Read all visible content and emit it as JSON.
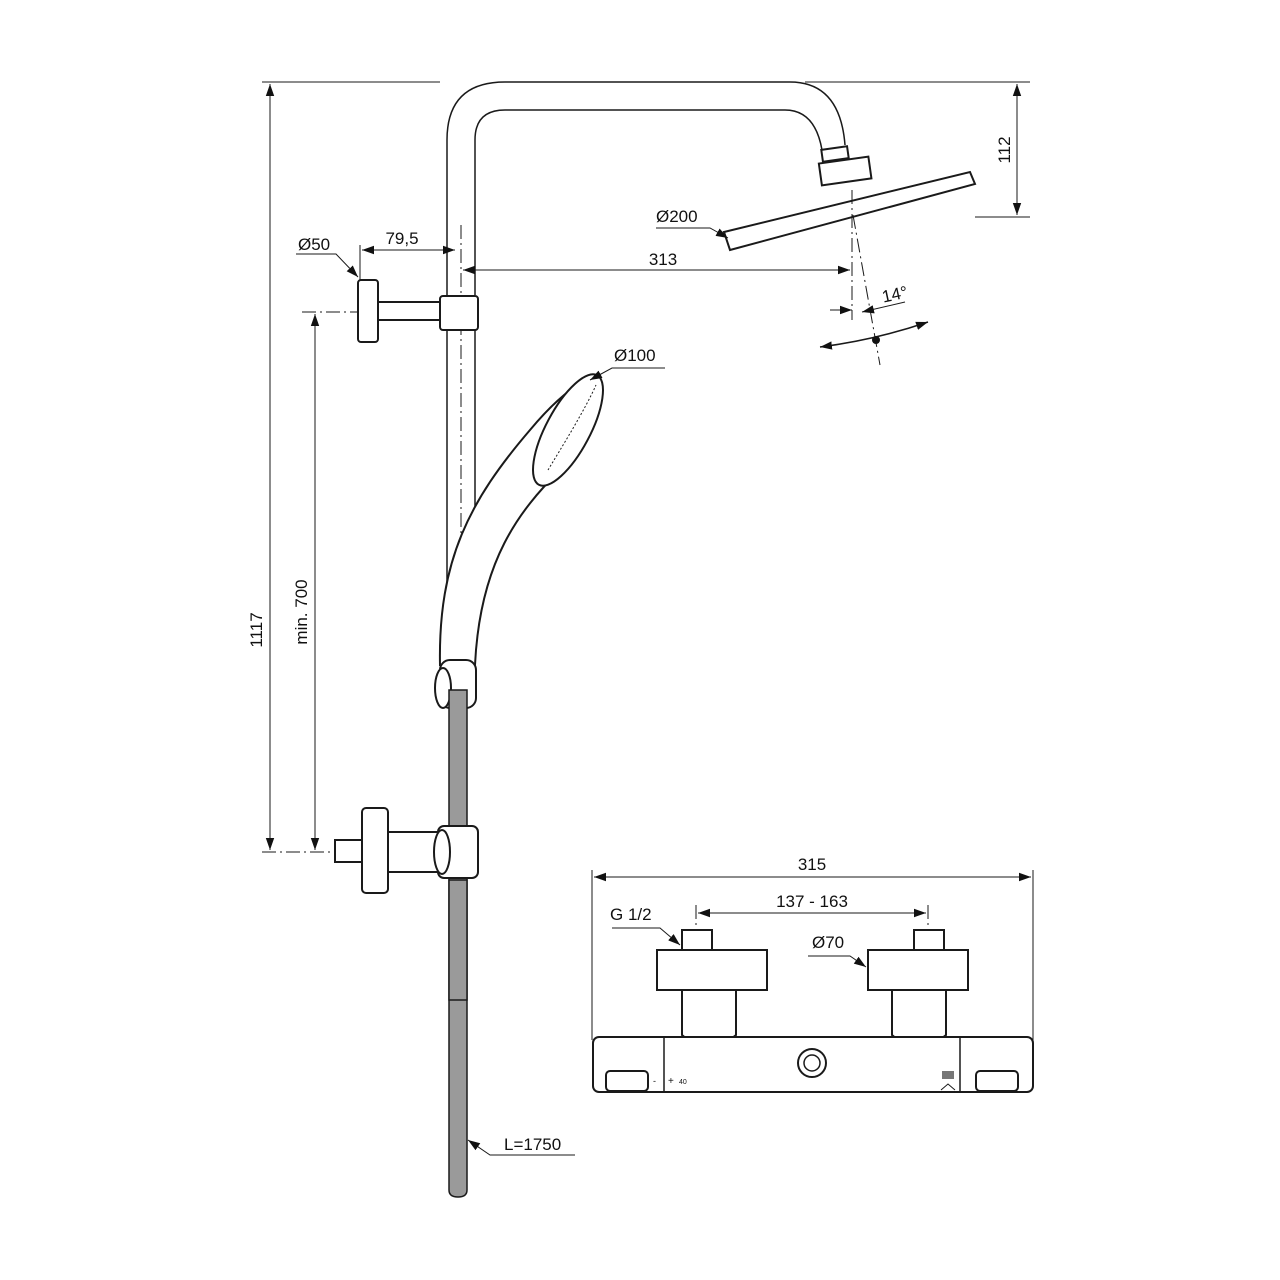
{
  "dimensions": {
    "total_height": "1117",
    "min_height": "min. 700",
    "wall_flange_diameter": "Ø50",
    "bracket_offset": "79,5",
    "arm_projection": "313",
    "head_shower_diameter": "Ø200",
    "arm_height": "112",
    "tilt_angle": "14°",
    "hand_shower_diameter": "Ø100",
    "hose_length": "L=1750",
    "mixer_width": "315",
    "inlet_centres": "137 - 163",
    "inlet_thread": "G 1/2",
    "cover_diameter": "Ø70"
  },
  "mixer_markings": {
    "plus": "+",
    "temp": "40",
    "minus": "-"
  }
}
